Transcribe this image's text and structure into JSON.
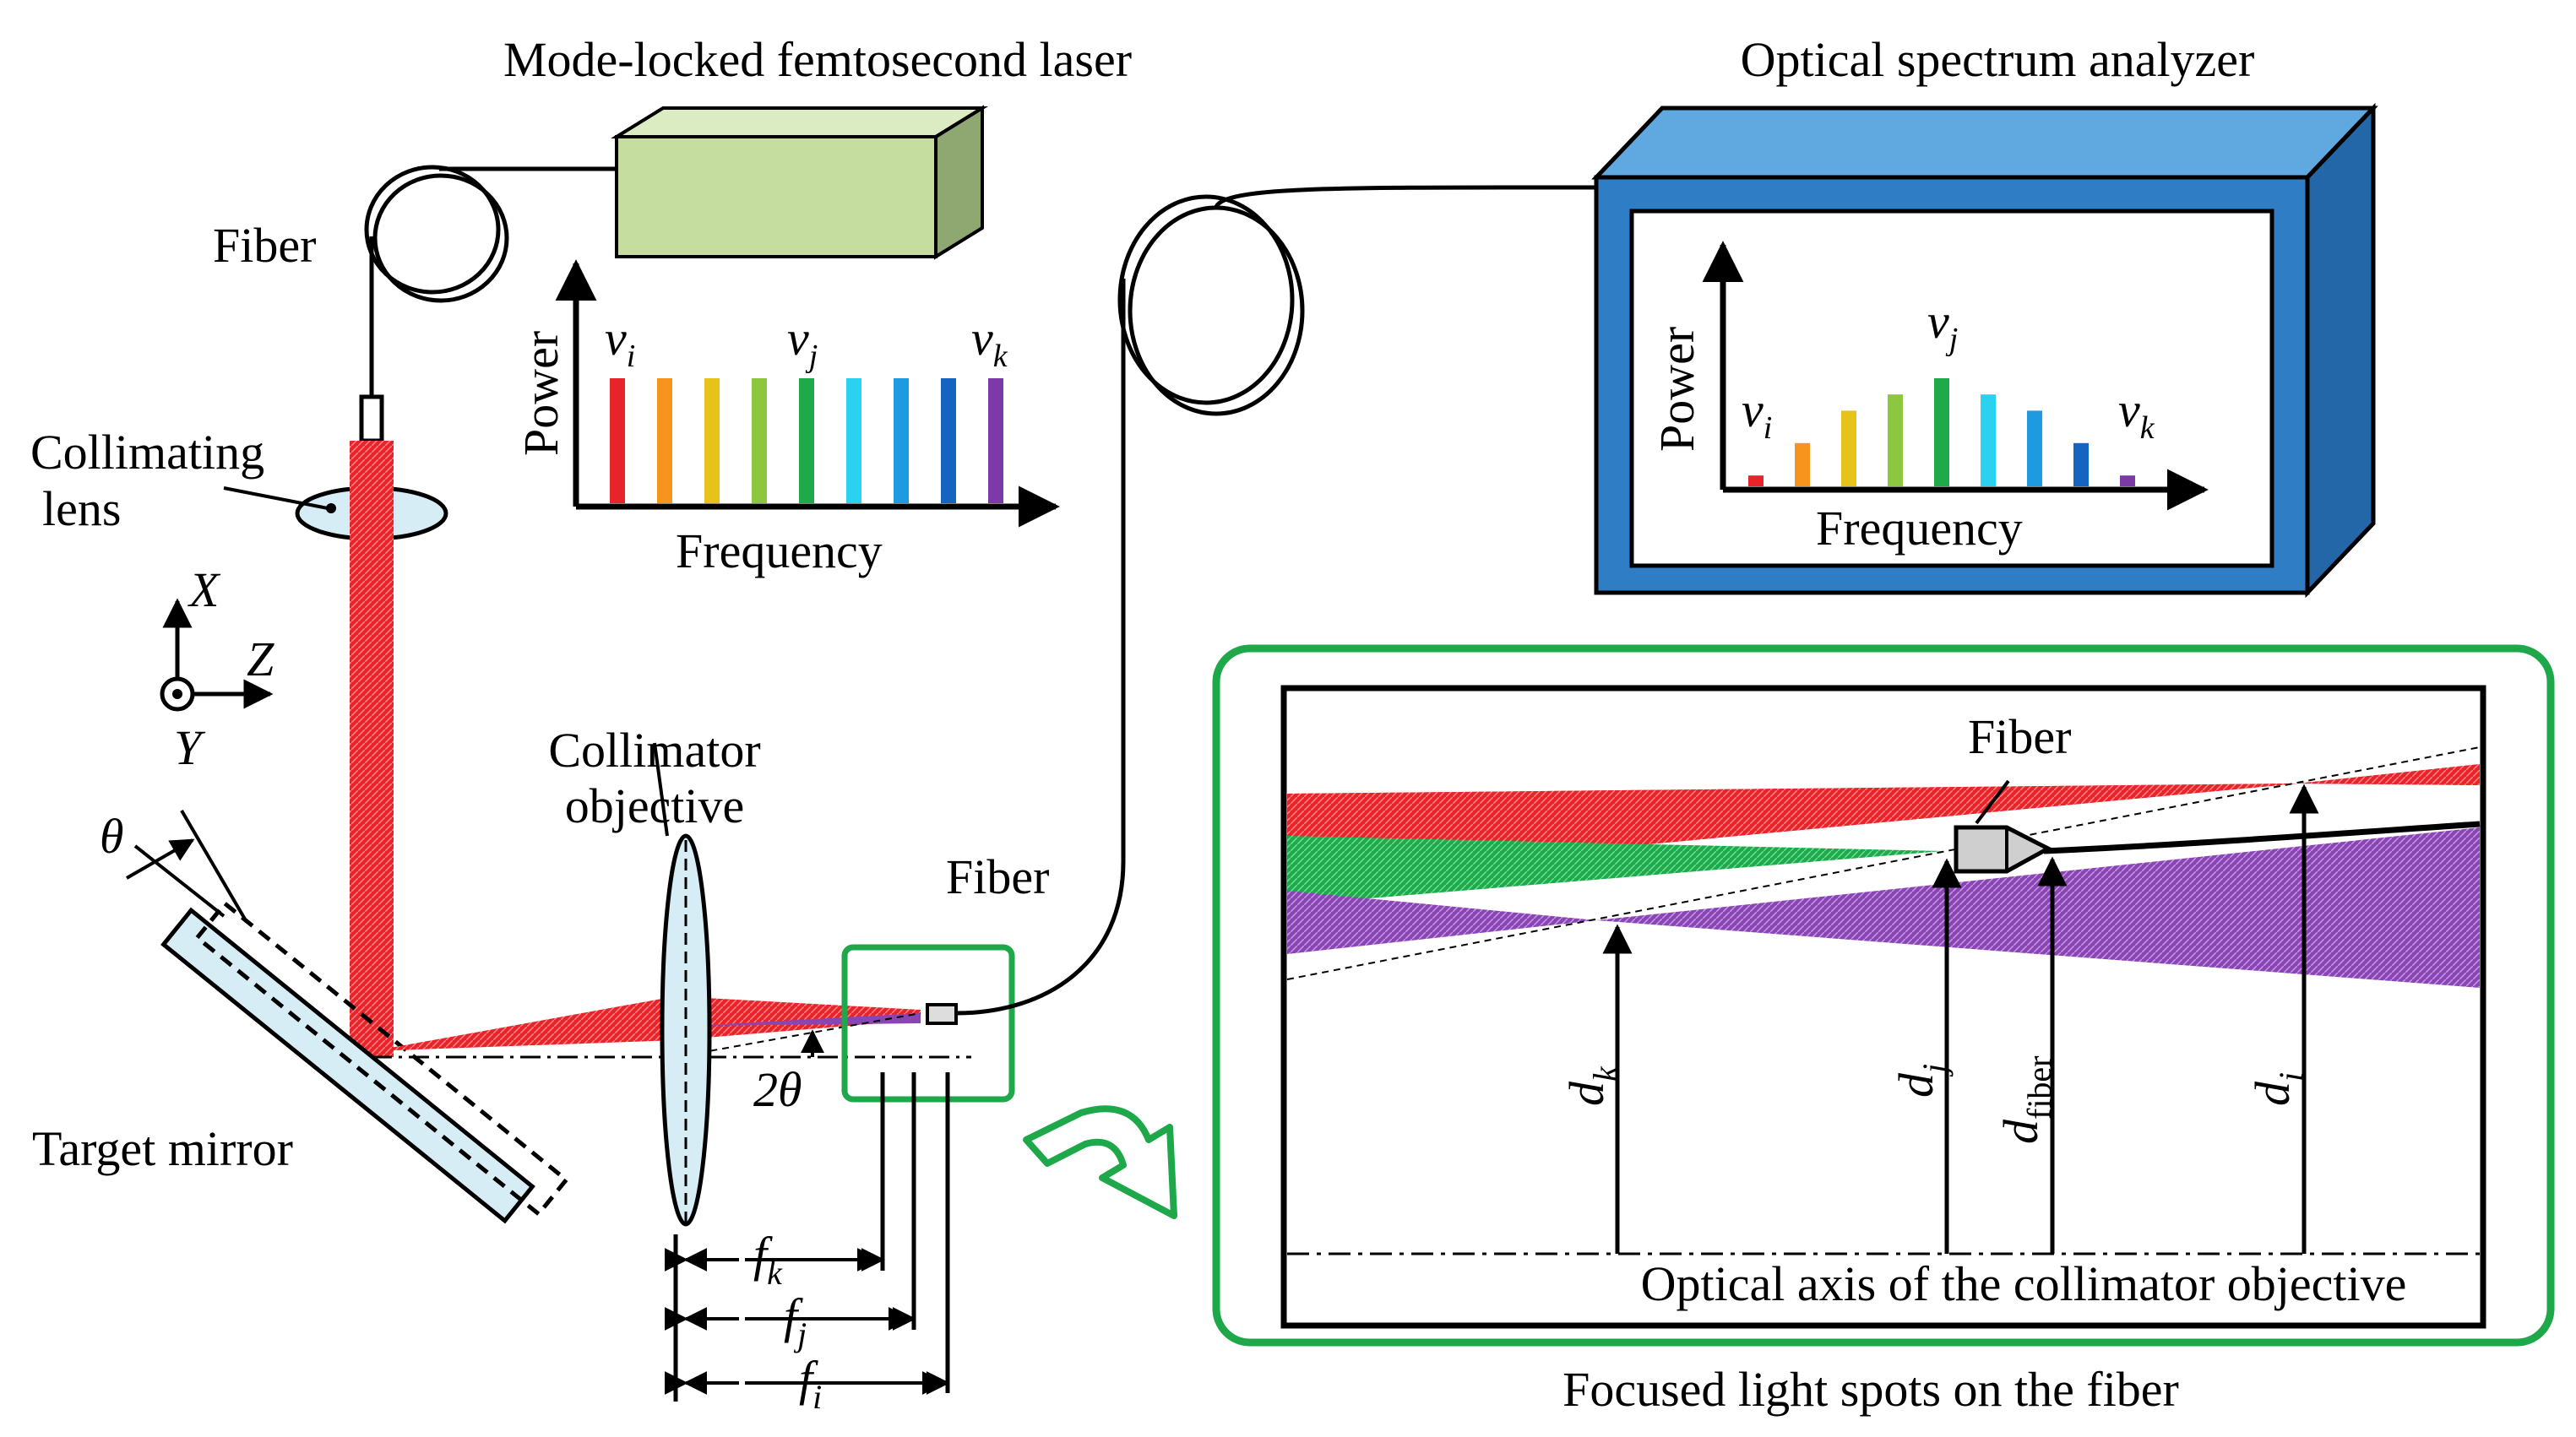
{
  "labels": {
    "laser": "Mode-locked femtosecond laser",
    "osa": "Optical spectrum analyzer",
    "fiber_top": "Fiber",
    "collimating_lens": [
      "Collimating",
      "lens"
    ],
    "collimator_objective": [
      "Collimator",
      "objective"
    ],
    "fiber_small": "Fiber",
    "target_mirror": "Target mirror",
    "fiber_inset": "Fiber",
    "optical_axis": "Optical axis of the collimator objective",
    "caption": "Focused light  spots on the fiber",
    "theta": "θ",
    "two_theta": "2θ"
  },
  "axes_symbol": {
    "x": "X",
    "y": "Y",
    "z": "Z"
  },
  "focal": [
    {
      "base": "f",
      "sub": "k"
    },
    {
      "base": "f",
      "sub": "j"
    },
    {
      "base": "f",
      "sub": "i"
    }
  ],
  "distances": [
    {
      "base": "d",
      "sub": "k"
    },
    {
      "base": "d",
      "sub": "j"
    },
    {
      "base": "d",
      "sub": "fiber"
    },
    {
      "base": "d",
      "sub": "i"
    }
  ],
  "spectrum_laser": {
    "ylabel": "Power",
    "xlabel": "Frequency",
    "peak_labels": [
      {
        "base": "ν",
        "sub": "i"
      },
      {
        "base": "ν",
        "sub": "j"
      },
      {
        "base": "ν",
        "sub": "k"
      }
    ],
    "colors": [
      "#e8242b",
      "#f7941d",
      "#e6c21a",
      "#8dc63f",
      "#1eaa4a",
      "#29d3f0",
      "#1e9be0",
      "#1565c0",
      "#7b3aa8"
    ],
    "values": [
      1,
      1,
      1,
      1,
      1,
      1,
      1,
      1,
      1
    ]
  },
  "spectrum_osa": {
    "ylabel": "Power",
    "xlabel": "Frequency",
    "peak_labels": [
      {
        "base": "ν",
        "sub": "i"
      },
      {
        "base": "ν",
        "sub": "j"
      },
      {
        "base": "ν",
        "sub": "k"
      }
    ],
    "colors": [
      "#e8242b",
      "#f7941d",
      "#e6c21a",
      "#8dc63f",
      "#1eaa4a",
      "#29d3f0",
      "#1e9be0",
      "#1565c0",
      "#7b3aa8"
    ],
    "values": [
      0.1,
      0.4,
      0.7,
      0.85,
      1.0,
      0.85,
      0.7,
      0.4,
      0.1
    ]
  },
  "colors": {
    "laser_box": "#c5dea0",
    "osa_box": "#2f7dc4",
    "beam": "#e8242b",
    "inset_border": "#1ea84a",
    "mirror": "#d6edf5"
  }
}
